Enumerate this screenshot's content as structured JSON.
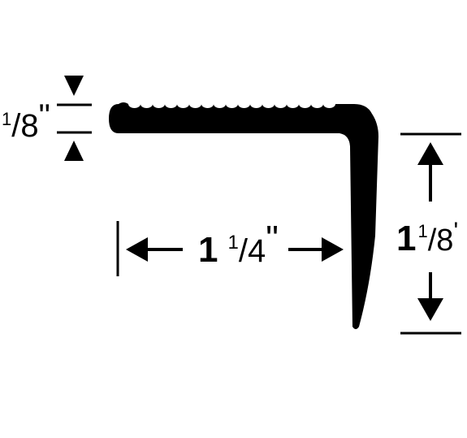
{
  "diagram": {
    "thickness": {
      "whole": "",
      "num": "1",
      "den": "8",
      "unit": "\""
    },
    "width": {
      "whole": "1",
      "num": "1",
      "den": "4",
      "unit": "\""
    },
    "height": {
      "whole": "1",
      "num": "1",
      "den": "8",
      "unit": "'"
    }
  },
  "colors": {
    "ink": "#000000",
    "background": "#ffffff"
  }
}
